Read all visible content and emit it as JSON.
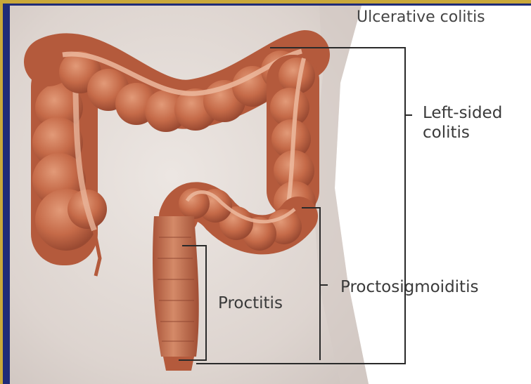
{
  "diagram": {
    "title": "Ulcerative colitis",
    "labels": {
      "left_sided": "Left-sided\ncolitis",
      "proctosigmoiditis": "Proctosigmoiditis",
      "proctitis": "Proctitis"
    }
  },
  "colors": {
    "frame": "#1f2b78",
    "frame_border": "#c9a83a",
    "skin": "#e3dcd8",
    "colon": "#c9694a",
    "bracket": "#2a2a2a"
  }
}
